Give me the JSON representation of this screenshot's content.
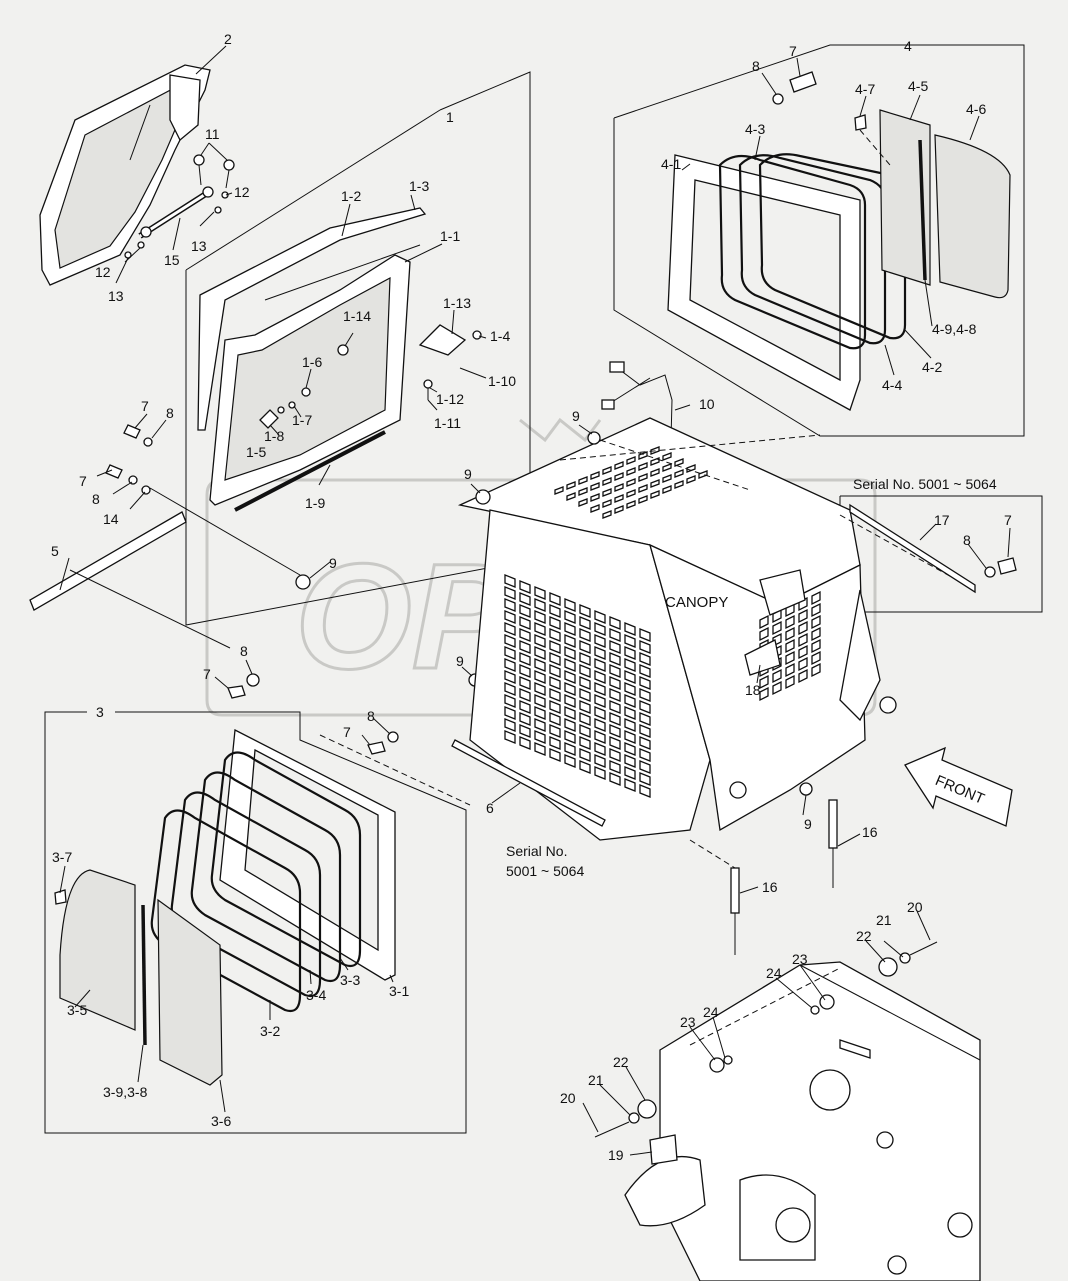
{
  "diagram": {
    "labels": {
      "p1": "1",
      "p1_1": "1-1",
      "p1_2": "1-2",
      "p1_3": "1-3",
      "p1_4": "1-4",
      "p1_5": "1-5",
      "p1_6": "1-6",
      "p1_7": "1-7",
      "p1_8": "1-8",
      "p1_9": "1-9",
      "p1_10": "1-10",
      "p1_11": "1-11",
      "p1_12": "1-12",
      "p1_13": "1-13",
      "p1_14": "1-14",
      "p2": "2",
      "p3": "3",
      "p3_1": "3-1",
      "p3_2": "3-2",
      "p3_3": "3-3",
      "p3_4": "3-4",
      "p3_5": "3-5",
      "p3_6": "3-6",
      "p3_7": "3-7",
      "p3_98": "3-9,3-8",
      "p4": "4",
      "p4_1": "4-1",
      "p4_2": "4-2",
      "p4_3": "4-3",
      "p4_4": "4-4",
      "p4_5": "4-5",
      "p4_6": "4-6",
      "p4_7": "4-7",
      "p4_98": "4-9,4-8",
      "p5": "5",
      "p6": "6",
      "p7": "7",
      "p8": "8",
      "p9": "9",
      "p10": "10",
      "p11": "11",
      "p12": "12",
      "p13": "13",
      "p14": "14",
      "p15": "15",
      "p16": "16",
      "p17": "17",
      "p18": "18",
      "p19": "19",
      "p20": "20",
      "p21": "21",
      "p22": "22",
      "p23": "23",
      "p24": "24"
    },
    "canopy": "CANOPY",
    "front": "FRONT",
    "serial_top": "Serial No. 5001 ~ 5064",
    "serial_line1": "Serial No.",
    "serial_line2": "5001 ~ 5064",
    "watermark": "OPEX"
  }
}
